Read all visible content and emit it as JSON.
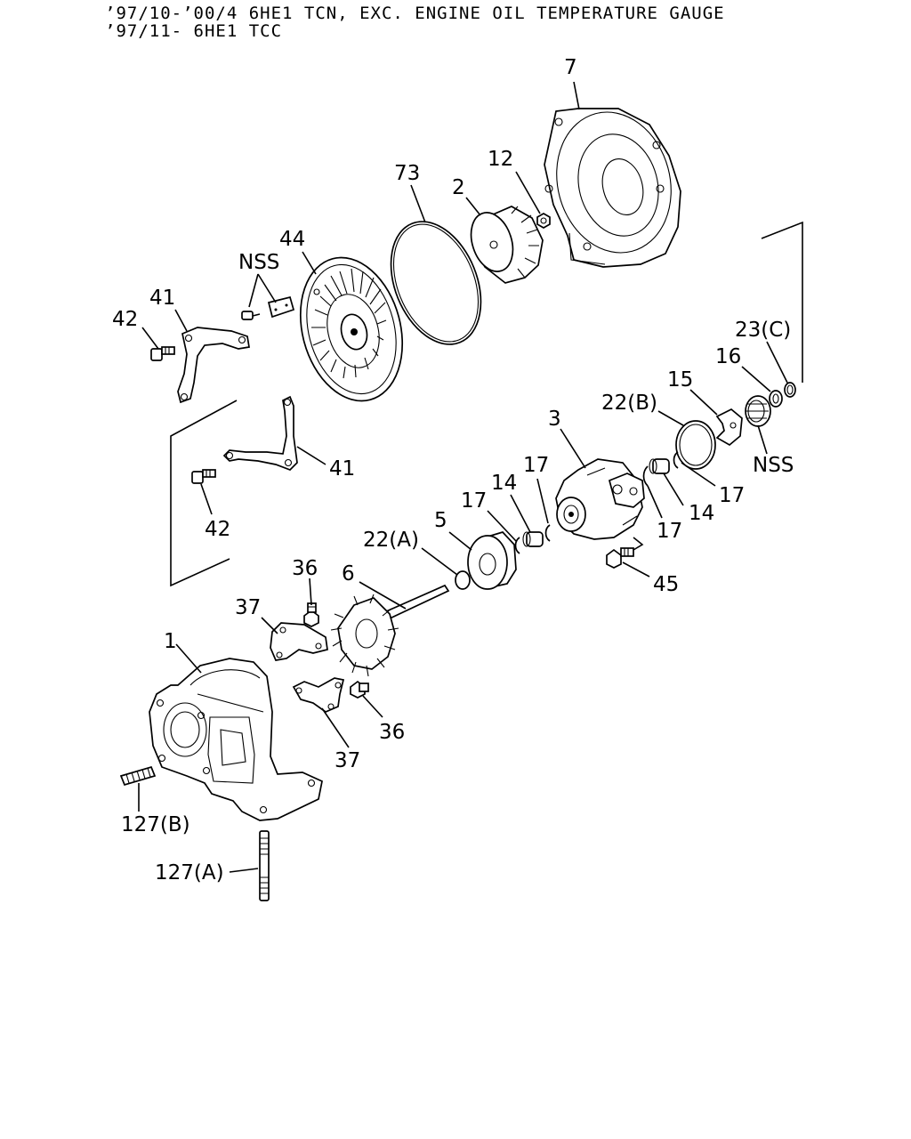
{
  "header": {
    "line1": "’97/10-’00/4 6HE1 TCN, EXC. ENGINE OIL TEMPERATURE GAUGE",
    "line2": "’97/11- 6HE1 TCC"
  },
  "callouts": {
    "p7": "7",
    "p73": "73",
    "p12": "12",
    "p2": "2",
    "p44": "44",
    "nss_top": "NSS",
    "p41_top": "41",
    "p42_top": "42",
    "p23c": "23(C)",
    "p16": "16",
    "p15": "15",
    "p22b": "22(B)",
    "nss_right": "NSS",
    "p3": "3",
    "p17_a": "17",
    "p14_a": "14",
    "p17_b": "17",
    "p41_mid": "41",
    "p17_c": "17",
    "p14_b": "14",
    "p17_d": "17",
    "p42_mid": "42",
    "p5": "5",
    "p22a": "22(A)",
    "p45": "45",
    "p36_top": "36",
    "p6": "6",
    "p37_top": "37",
    "p1": "1",
    "p36_bot": "36",
    "p37_bot": "37",
    "p127b": "127(B)",
    "p127a": "127(A)"
  }
}
